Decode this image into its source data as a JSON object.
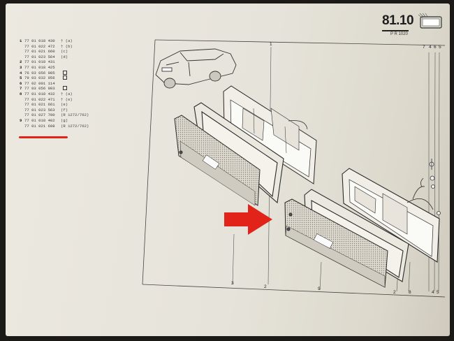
{
  "header": {
    "section_number": "81.10",
    "page_code": "P R 1020"
  },
  "parts_list": [
    {
      "item": "1",
      "part": "77 01 018 430",
      "note": "† (a)"
    },
    {
      "item": "",
      "part": "77 01 022 472",
      "note": "† (b)"
    },
    {
      "item": "",
      "part": "77 01 021 660",
      "note": "(c)"
    },
    {
      "item": "",
      "part": "77 01 023 564",
      "note": "(d)"
    },
    {
      "item": "2",
      "part": "77 01 018 431",
      "note": ""
    },
    {
      "item": "3",
      "part": "77 01 018 425",
      "note": ""
    },
    {
      "item": "4",
      "part": "76 03 056 005",
      "note": "",
      "box": true
    },
    {
      "item": "5",
      "part": "79 03 032 056",
      "note": "",
      "box": true
    },
    {
      "item": "6",
      "part": "77 02 001 114",
      "note": ""
    },
    {
      "item": "7",
      "part": "77 03 056 003",
      "note": "",
      "box": true
    },
    {
      "item": "8",
      "part": "77 01 018 432",
      "note": "† (a)"
    },
    {
      "item": "",
      "part": "77 01 022 471",
      "note": "† (e)"
    },
    {
      "item": "",
      "part": "77 01 021 661",
      "note": "(e)"
    },
    {
      "item": "",
      "part": "77 01 023 563",
      "note": "(f)"
    },
    {
      "item": "",
      "part": "77 01 027 700",
      "note": "(R 1272/762)"
    },
    {
      "item": "9",
      "part": "77 01 018 402",
      "note": "(g)"
    },
    {
      "item": "",
      "part": "77 01 021 698",
      "note": "(R 1272/762)"
    }
  ],
  "callouts": {
    "top": [
      "1",
      "7",
      "4",
      "6",
      "5"
    ],
    "bottom": [
      "3",
      "2",
      "9",
      "2",
      "8",
      "4",
      "5"
    ]
  },
  "colors": {
    "paper": "#e8e5dc",
    "ink": "#2a2a2a",
    "highlight_red": "#e2231a"
  }
}
